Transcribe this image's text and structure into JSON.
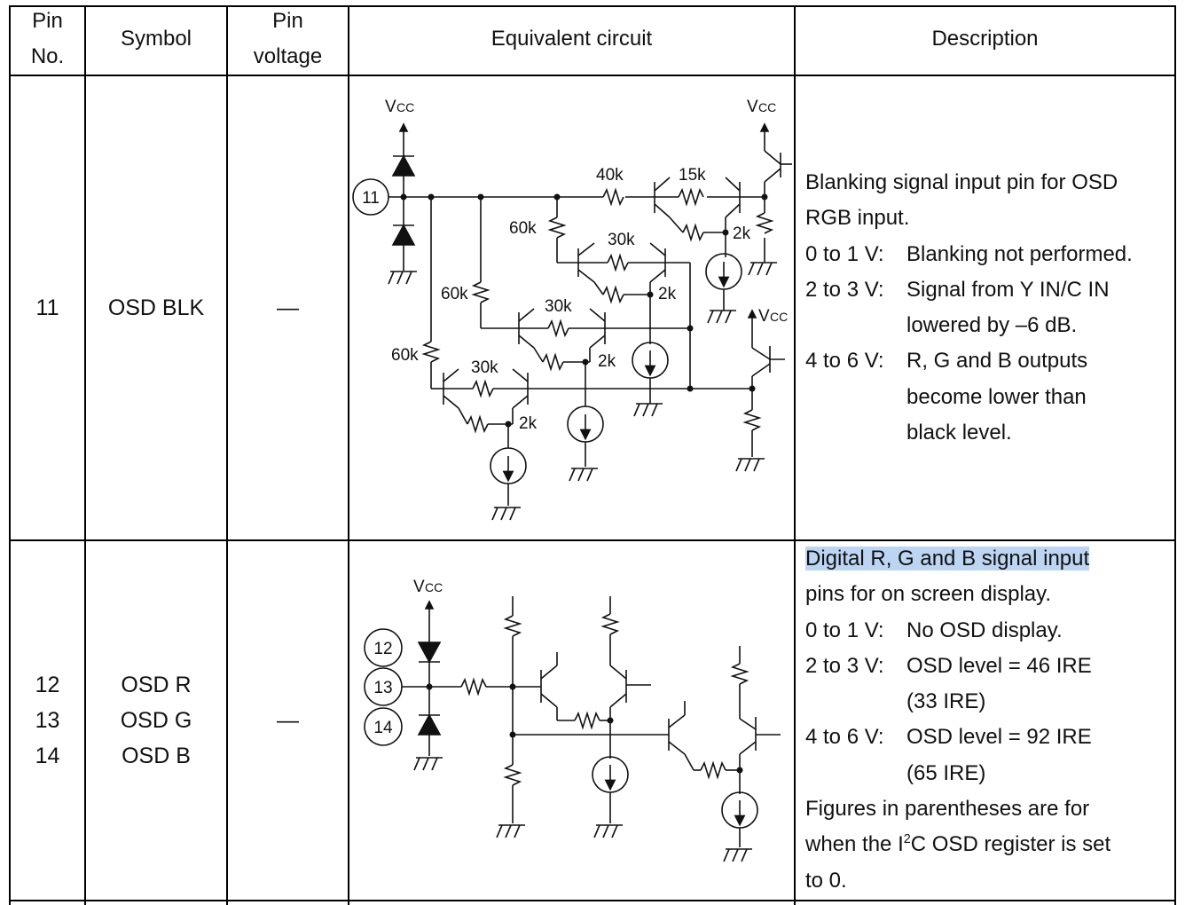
{
  "header": {
    "pin_no": [
      "Pin",
      "No."
    ],
    "symbol": "Symbol",
    "pin_voltage": [
      "Pin",
      "voltage"
    ],
    "equivalent_circuit": "Equivalent circuit",
    "description": "Description"
  },
  "rows": [
    {
      "pin_no": [
        "11"
      ],
      "symbol": [
        "OSD BLK"
      ],
      "pin_voltage": "—",
      "circuit": {
        "pin_labels": [
          "11"
        ],
        "vcc": "V",
        "vcc_sub": "CC",
        "resistors": [
          "40k",
          "15k",
          "60k",
          "30k",
          "2k",
          "2k",
          "60k",
          "30k",
          "2k",
          "60k",
          "30k",
          "2k"
        ]
      },
      "description": {
        "intro": [
          "Blanking signal input pin for OSD",
          "RGB input."
        ],
        "items": [
          {
            "range": "0 to 1 V:",
            "text": [
              "Blanking not performed."
            ]
          },
          {
            "range": "2 to 3 V:",
            "text": [
              "Signal from Y IN/C IN",
              "lowered by –6 dB."
            ]
          },
          {
            "range": "4 to 6 V:",
            "text": [
              "R, G and B outputs",
              "become lower than",
              "black level."
            ]
          }
        ]
      }
    },
    {
      "pin_no": [
        "12",
        "13",
        "14"
      ],
      "symbol": [
        "OSD R",
        "OSD G",
        "OSD B"
      ],
      "pin_voltage": "—",
      "circuit": {
        "pin_labels": [
          "12",
          "13",
          "14"
        ],
        "vcc": "V",
        "vcc_sub": "CC"
      },
      "description": {
        "highlight": "Digital R, G and B signal input",
        "intro": [
          "pins for on screen display."
        ],
        "items": [
          {
            "range": "0 to 1 V:",
            "text": [
              "No OSD display."
            ]
          },
          {
            "range": "2 to 3 V:",
            "text": [
              "OSD level = 46 IRE",
              "(33 IRE)"
            ]
          },
          {
            "range": "4 to 6 V:",
            "text": [
              "OSD level = 92 IRE",
              "(65 IRE)"
            ]
          }
        ],
        "note_before": "Figures in parentheses are for",
        "note_pre_sup": "when the I",
        "note_sup": "2",
        "note_post_sup": "C OSD register is set",
        "note_last": "to 0."
      }
    }
  ]
}
